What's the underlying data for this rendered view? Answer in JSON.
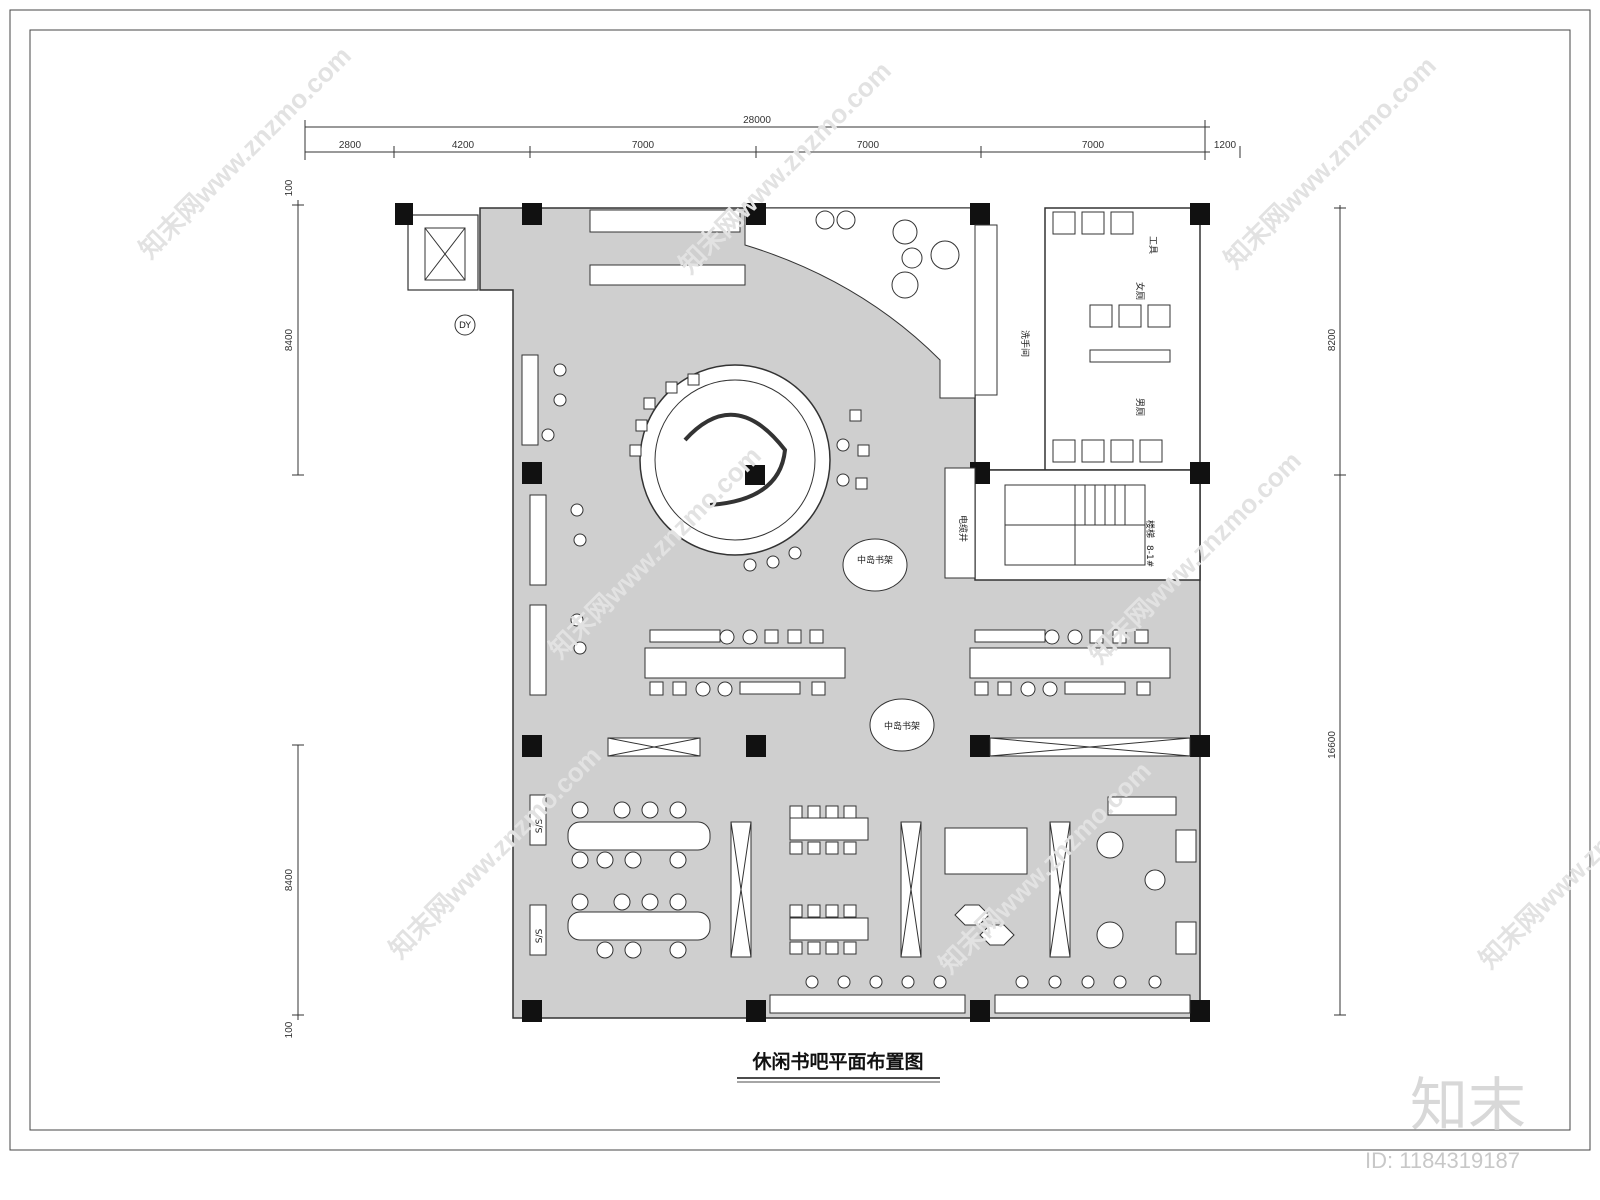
{
  "title": "休闲书吧平面布置图",
  "dimensions": {
    "top_total": "28000",
    "top_segments": [
      "2800",
      "4200",
      "7000",
      "7000",
      "7000",
      "1200"
    ],
    "left_segments": [
      "100",
      "8400",
      "8400",
      "100"
    ],
    "right_segments": [
      "8200",
      "16600"
    ]
  },
  "room_labels": {
    "womens_restroom": "女厕",
    "mens_restroom": "男厕",
    "washroom": "洗手间",
    "tools": "工具",
    "cable_shaft": "电缆井",
    "stair": "楼梯",
    "stair_marker": "8-1#",
    "island_shelf": "中岛书架",
    "dy": "DY",
    "ss": "S/S"
  },
  "watermark": {
    "site": "知末网www.znzmo.com",
    "brand": "知末",
    "id": "ID: 1184319187"
  },
  "colors": {
    "floor": "#cfcfcf",
    "wall": "#111111",
    "line": "#333333",
    "background": "#ffffff"
  }
}
